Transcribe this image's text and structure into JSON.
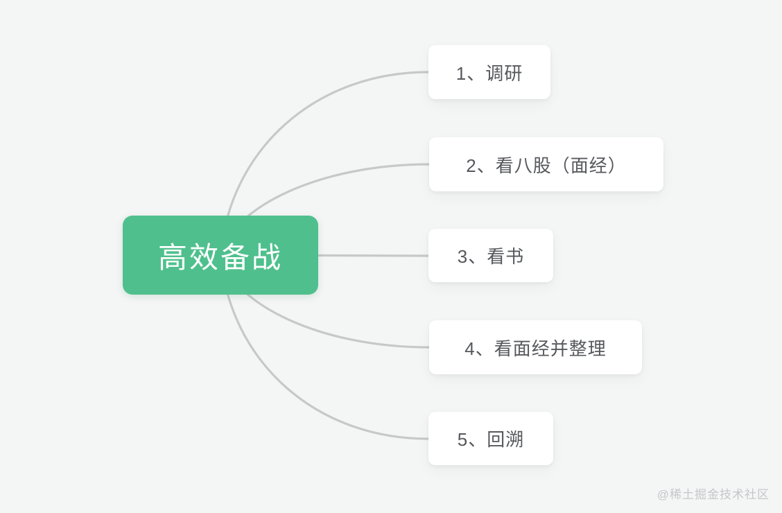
{
  "canvas": {
    "background_color": "#f4f5f5"
  },
  "mindmap": {
    "root": {
      "label": "高效备战",
      "fill_color": "#4fc08d",
      "text_color": "#ffffff"
    },
    "children": [
      {
        "label": "1、调研"
      },
      {
        "label": "2、看八股（面经）"
      },
      {
        "label": "3、看书"
      },
      {
        "label": "4、看面经并整理"
      },
      {
        "label": "5、回溯"
      }
    ],
    "child_card_color": "#ffffff",
    "child_text_color": "#56585c",
    "connector_color": "#c7c8c8"
  },
  "watermark": {
    "text": "@稀土掘金技术社区",
    "color": "#c6c7c9"
  }
}
